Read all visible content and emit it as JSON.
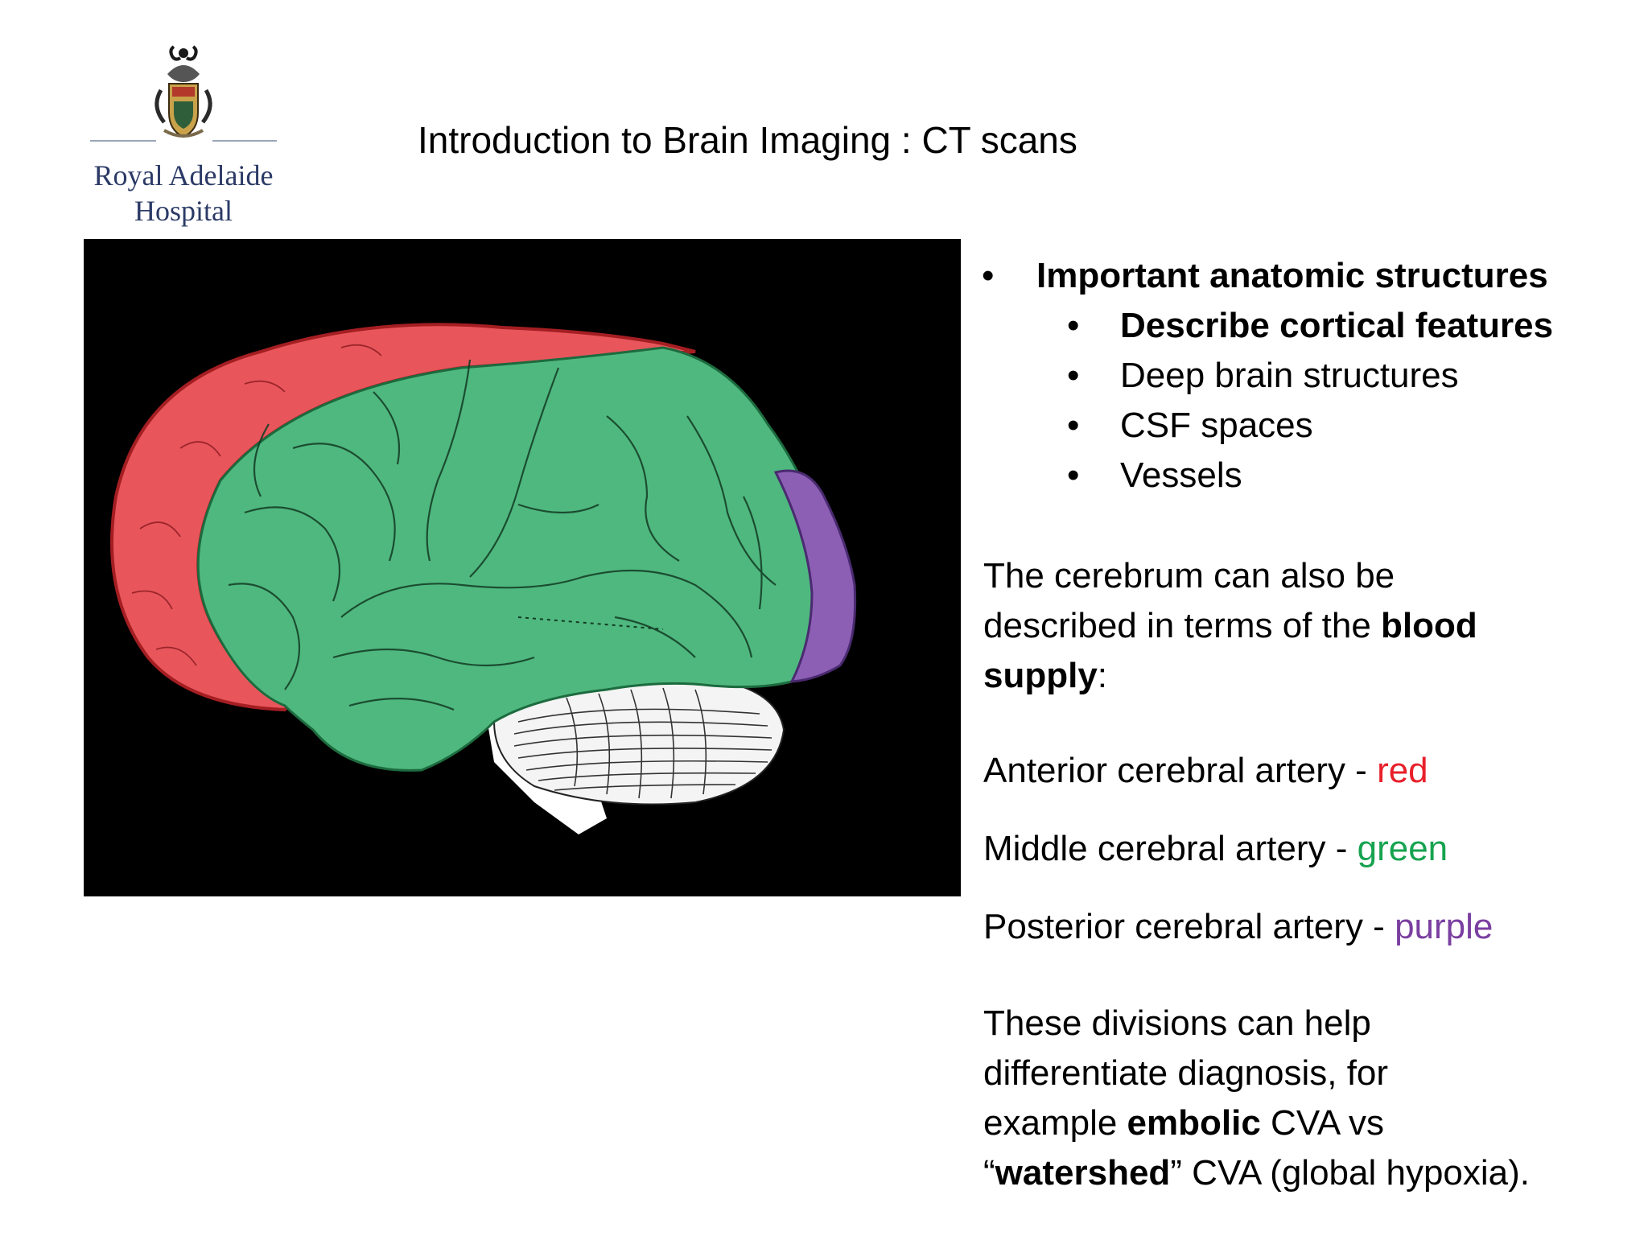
{
  "slide": {
    "title": "Introduction to Brain Imaging : CT scans"
  },
  "logo": {
    "name_line1": "Royal Adelaide",
    "name_line2": "Hospital"
  },
  "figure": {
    "regions": [
      {
        "name": "Anterior cerebral artery territory",
        "color": "#e8565c"
      },
      {
        "name": "Middle cerebral artery territory",
        "color": "#4fb87f"
      },
      {
        "name": "Posterior cerebral artery territory",
        "color": "#8c5fb5"
      }
    ]
  },
  "bullets": {
    "main": "Important anatomic structures",
    "sub": [
      "Describe cortical features",
      "Deep brain structures",
      "CSF spaces",
      "Vessels"
    ],
    "bullet_char": "•"
  },
  "paragraph1": {
    "part1": "The cerebrum can also be",
    "part2": "described in terms of the ",
    "bold1": "blood",
    "bold2": "supply",
    "suffix": ":"
  },
  "arteries": [
    {
      "label": "Anterior cerebral artery - ",
      "color_word": "red",
      "color": "#e8202a"
    },
    {
      "label": "Middle cerebral artery - ",
      "color_word": "green",
      "color": "#16a34f"
    },
    {
      "label": "Posterior cerebral artery - ",
      "color_word": "purple",
      "color": "#7a3fa0"
    }
  ],
  "paragraph2": {
    "line1": "These divisions can help",
    "line2": "differentiate diagnosis, for",
    "line3_pre": "example ",
    "line3_bold": "embolic",
    "line3_post": " CVA vs",
    "line4_open": "“",
    "line4_bold": "watershed",
    "line4_post": "” CVA (global hypoxia)."
  }
}
